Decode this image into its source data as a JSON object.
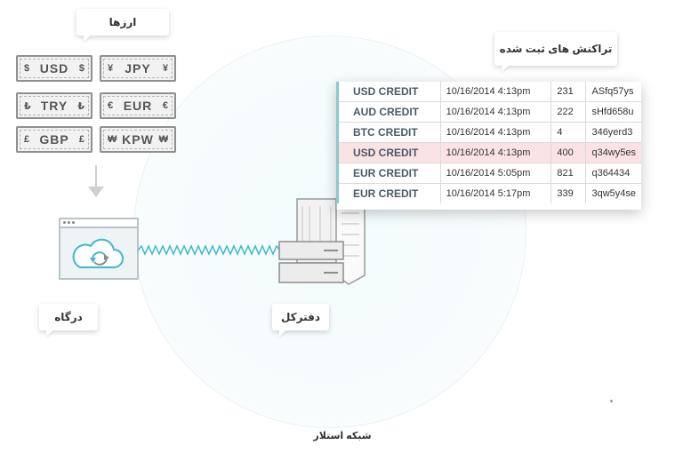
{
  "labels": {
    "currencies": "ارزها",
    "transactions": "تراکنش های ثبت شده",
    "gateway": "درگاه",
    "ledger": "دفترکل",
    "network": "شبکه استلار"
  },
  "currencies": [
    {
      "symbol": "$",
      "code": "USD"
    },
    {
      "symbol": "¥",
      "code": "JPY"
    },
    {
      "symbol": "₺",
      "code": "TRY"
    },
    {
      "symbol": "€",
      "code": "EUR"
    },
    {
      "symbol": "£",
      "code": "GBP"
    },
    {
      "symbol": "₩",
      "code": "KPW"
    }
  ],
  "transactions": [
    {
      "type": "USD CREDIT",
      "date": "10/16/2014 4:13pm",
      "amount": "231",
      "id": "ASfq57ys",
      "highlight": false
    },
    {
      "type": "AUD CREDIT",
      "date": "10/16/2014 4:13pm",
      "amount": "222",
      "id": "sHfd658u",
      "highlight": false
    },
    {
      "type": "BTC CREDIT",
      "date": "10/16/2014 4:13pm",
      "amount": "4",
      "id": "346yerd3",
      "highlight": false
    },
    {
      "type": "USD CREDIT",
      "date": "10/16/2014 4:13pm",
      "amount": "400",
      "id": "q34wy5es",
      "highlight": true
    },
    {
      "type": "EUR CREDIT",
      "date": "10/16/2014 5:05pm",
      "amount": "821",
      "id": "q364434",
      "highlight": false
    },
    {
      "type": "EUR CREDIT",
      "date": "10/16/2014 5:17pm",
      "amount": "339",
      "id": "3qw5y4se",
      "highlight": false
    }
  ],
  "colors": {
    "accent": "#3fb8c9",
    "highlight_row": "#fbe3e3",
    "ticket_border": "#8f8f8f"
  },
  "icons": {
    "gateway": "cloud-sync-icon",
    "ledger": "server-stack-icon",
    "arrow": "arrow-down-icon"
  }
}
